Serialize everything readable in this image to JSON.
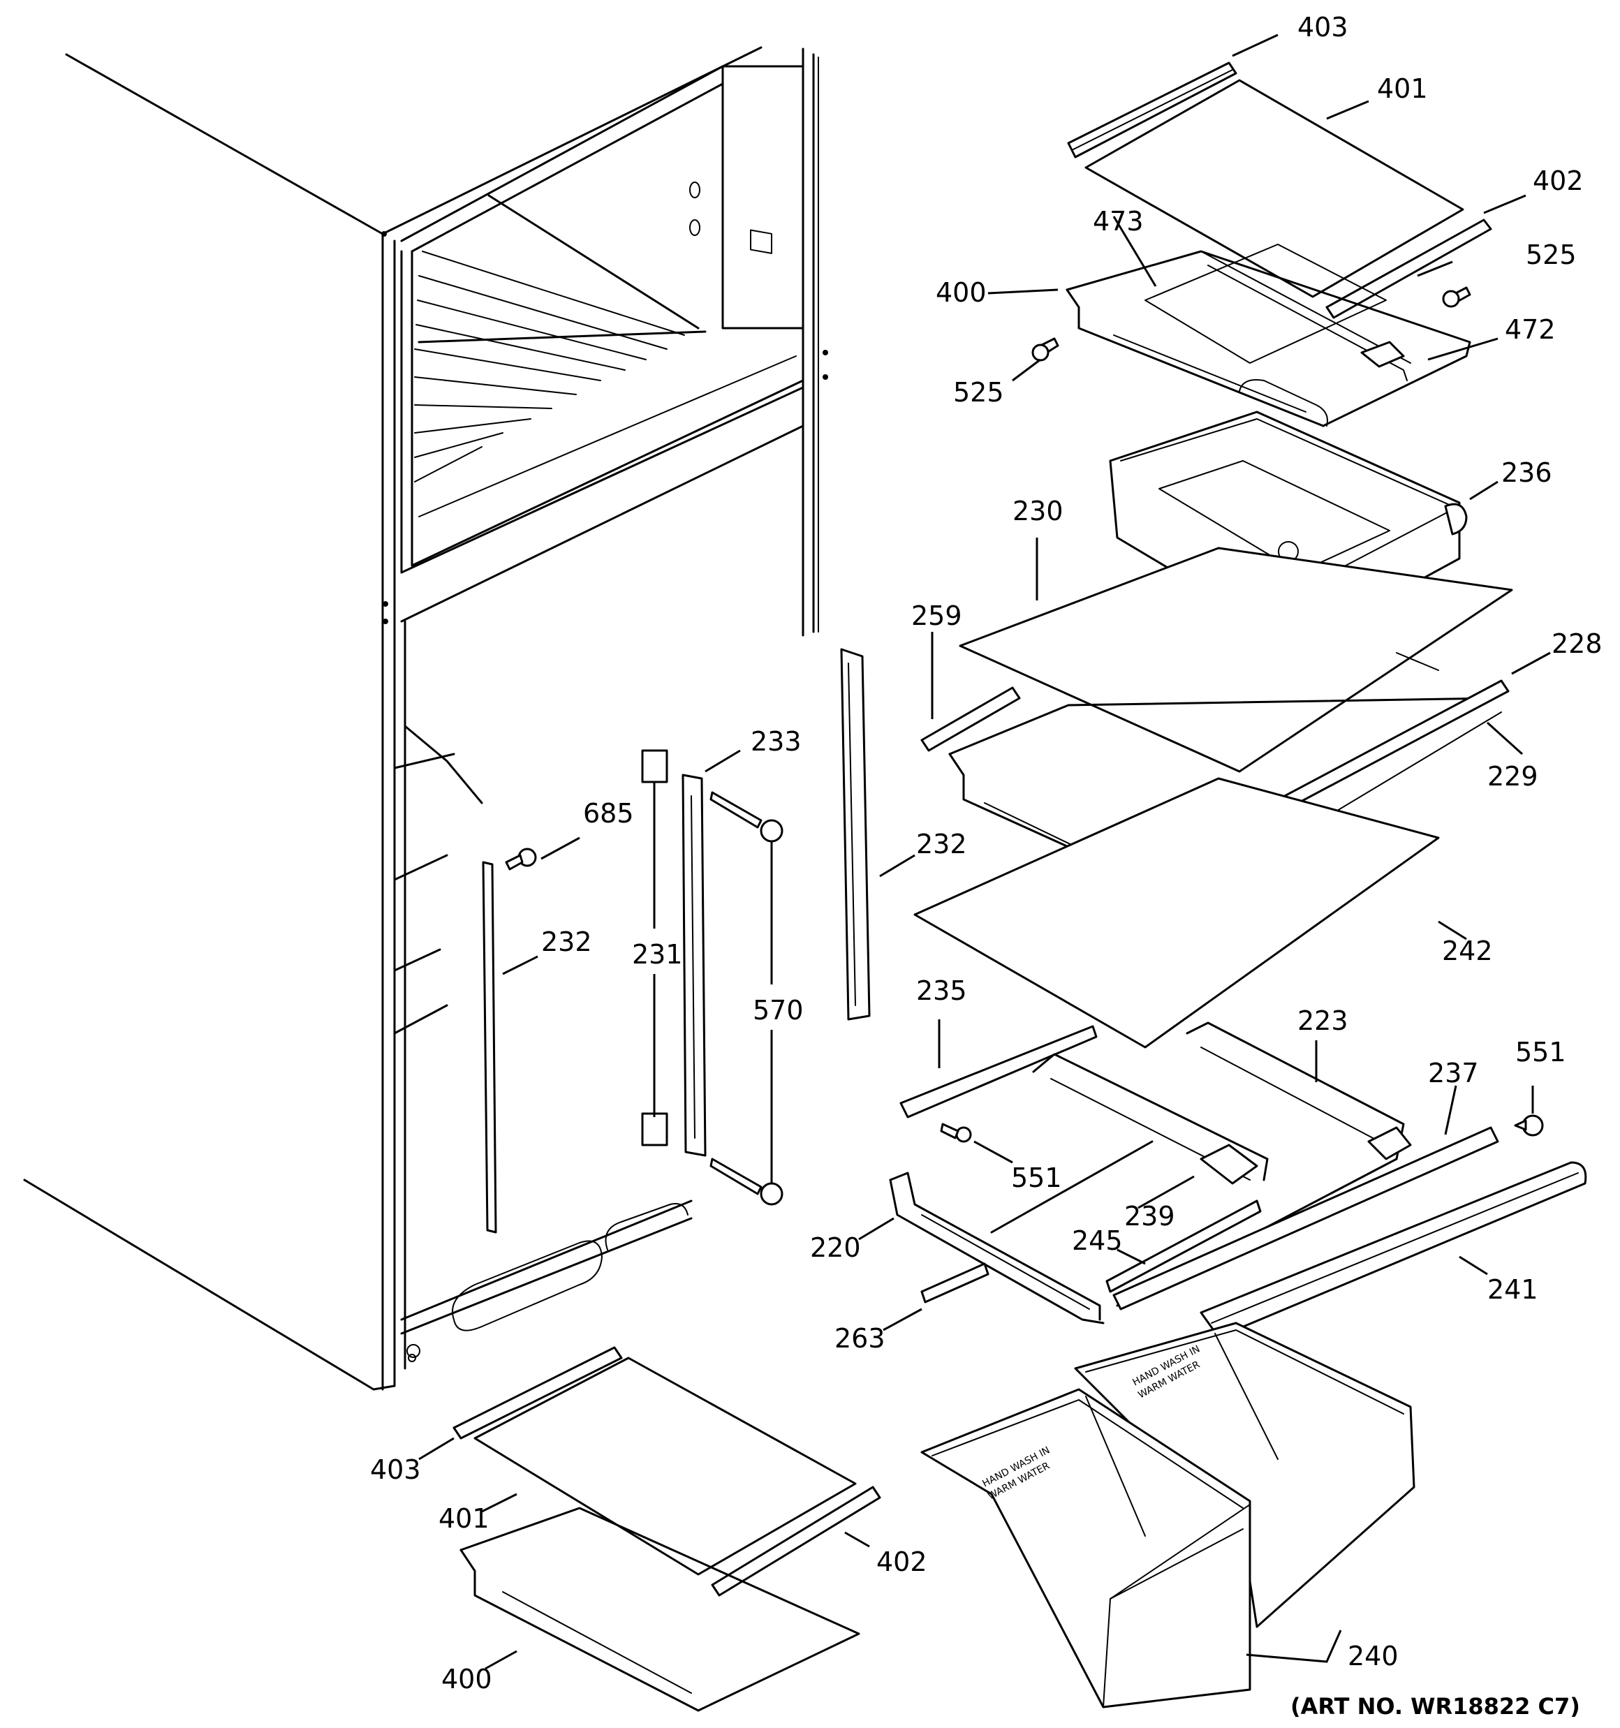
{
  "figure": {
    "art_number": "(ART NO. WR18822 C7)"
  },
  "callouts": [
    {
      "id": "c403a",
      "text": "403"
    },
    {
      "id": "c401a",
      "text": "401"
    },
    {
      "id": "c402a",
      "text": "402"
    },
    {
      "id": "c473",
      "text": "473"
    },
    {
      "id": "c525a",
      "text": "525"
    },
    {
      "id": "c400a",
      "text": "400"
    },
    {
      "id": "c472",
      "text": "472"
    },
    {
      "id": "c525b",
      "text": "525"
    },
    {
      "id": "c236",
      "text": "236"
    },
    {
      "id": "c230",
      "text": "230"
    },
    {
      "id": "c259",
      "text": "259"
    },
    {
      "id": "c228",
      "text": "228"
    },
    {
      "id": "c233",
      "text": "233"
    },
    {
      "id": "c229",
      "text": "229"
    },
    {
      "id": "c685",
      "text": "685"
    },
    {
      "id": "c232a",
      "text": "232"
    },
    {
      "id": "c232b",
      "text": "232"
    },
    {
      "id": "c231",
      "text": "231"
    },
    {
      "id": "c242",
      "text": "242"
    },
    {
      "id": "c570",
      "text": "570"
    },
    {
      "id": "c235",
      "text": "235"
    },
    {
      "id": "c223",
      "text": "223"
    },
    {
      "id": "c551a",
      "text": "551"
    },
    {
      "id": "c237",
      "text": "237"
    },
    {
      "id": "c551b",
      "text": "551"
    },
    {
      "id": "c239",
      "text": "239"
    },
    {
      "id": "c220",
      "text": "220"
    },
    {
      "id": "c245",
      "text": "245"
    },
    {
      "id": "c241",
      "text": "241"
    },
    {
      "id": "c263",
      "text": "263"
    },
    {
      "id": "c403b",
      "text": "403"
    },
    {
      "id": "c401b",
      "text": "401"
    },
    {
      "id": "c402b",
      "text": "402"
    },
    {
      "id": "c400b",
      "text": "400"
    },
    {
      "id": "c240",
      "text": "240"
    }
  ],
  "bin_labels": {
    "line1": "HAND WASH IN",
    "line2": "WARM WATER"
  }
}
